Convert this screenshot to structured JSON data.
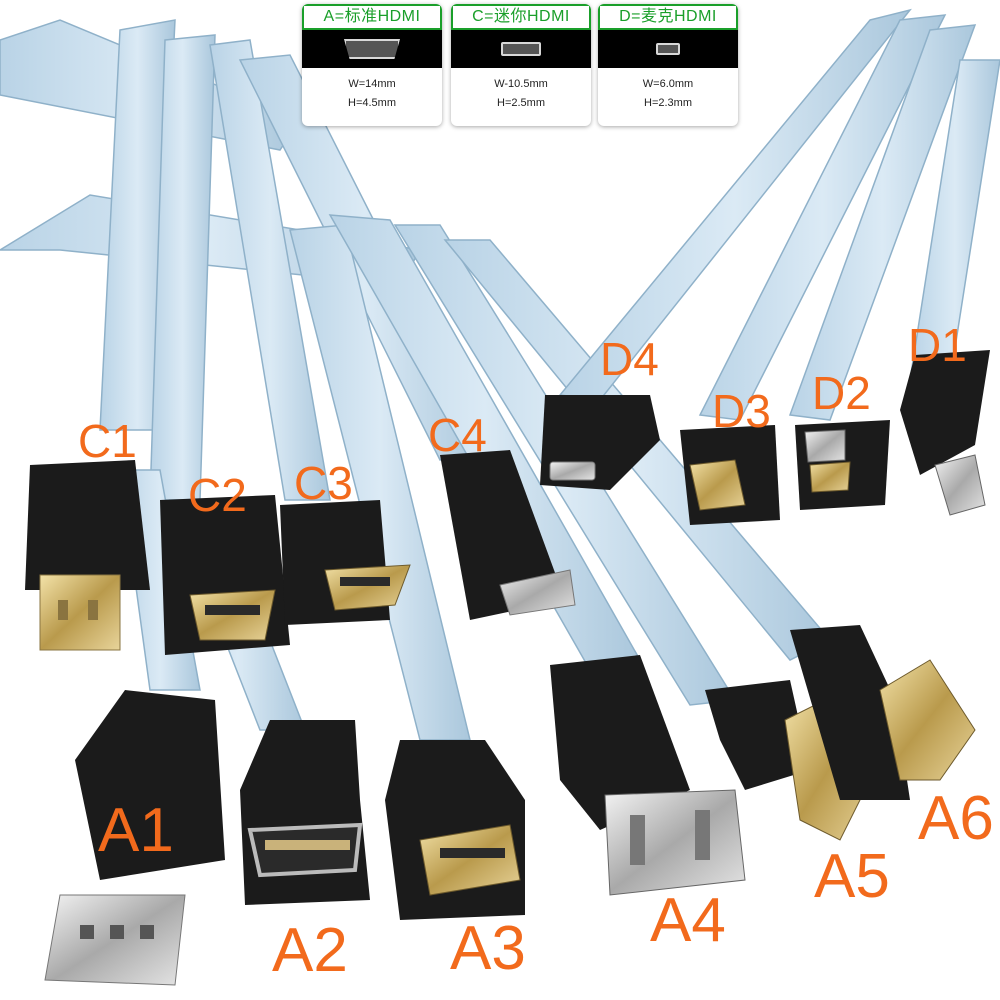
{
  "legend": [
    {
      "title": "A=标准HDMI",
      "width": "W=14mm",
      "height": "H=4.5mm",
      "port_icon": "hdmi-standard-port-icon"
    },
    {
      "title": "C=迷你HDMI",
      "width": "W-10.5mm",
      "height": "H=2.5mm",
      "port_icon": "hdmi-mini-port-icon"
    },
    {
      "title": "D=麦克HDMI",
      "width": "W=6.0mm",
      "height": "H=2.3mm",
      "port_icon": "hdmi-micro-port-icon"
    }
  ],
  "connector_labels": {
    "c1": "C1",
    "c2": "C2",
    "c3": "C3",
    "c4": "C4",
    "d1": "D1",
    "d2": "D2",
    "d3": "D3",
    "d4": "D4",
    "a1": "A1",
    "a2": "A2",
    "a3": "A3",
    "a4": "A4",
    "a5": "A5",
    "a6": "A6"
  },
  "colors": {
    "label": "#f26a1c",
    "legend_title": "#1a9f2a",
    "cable": "#cfe3f1",
    "connector": "#1b1b1b",
    "metal": "#c9b27a"
  }
}
